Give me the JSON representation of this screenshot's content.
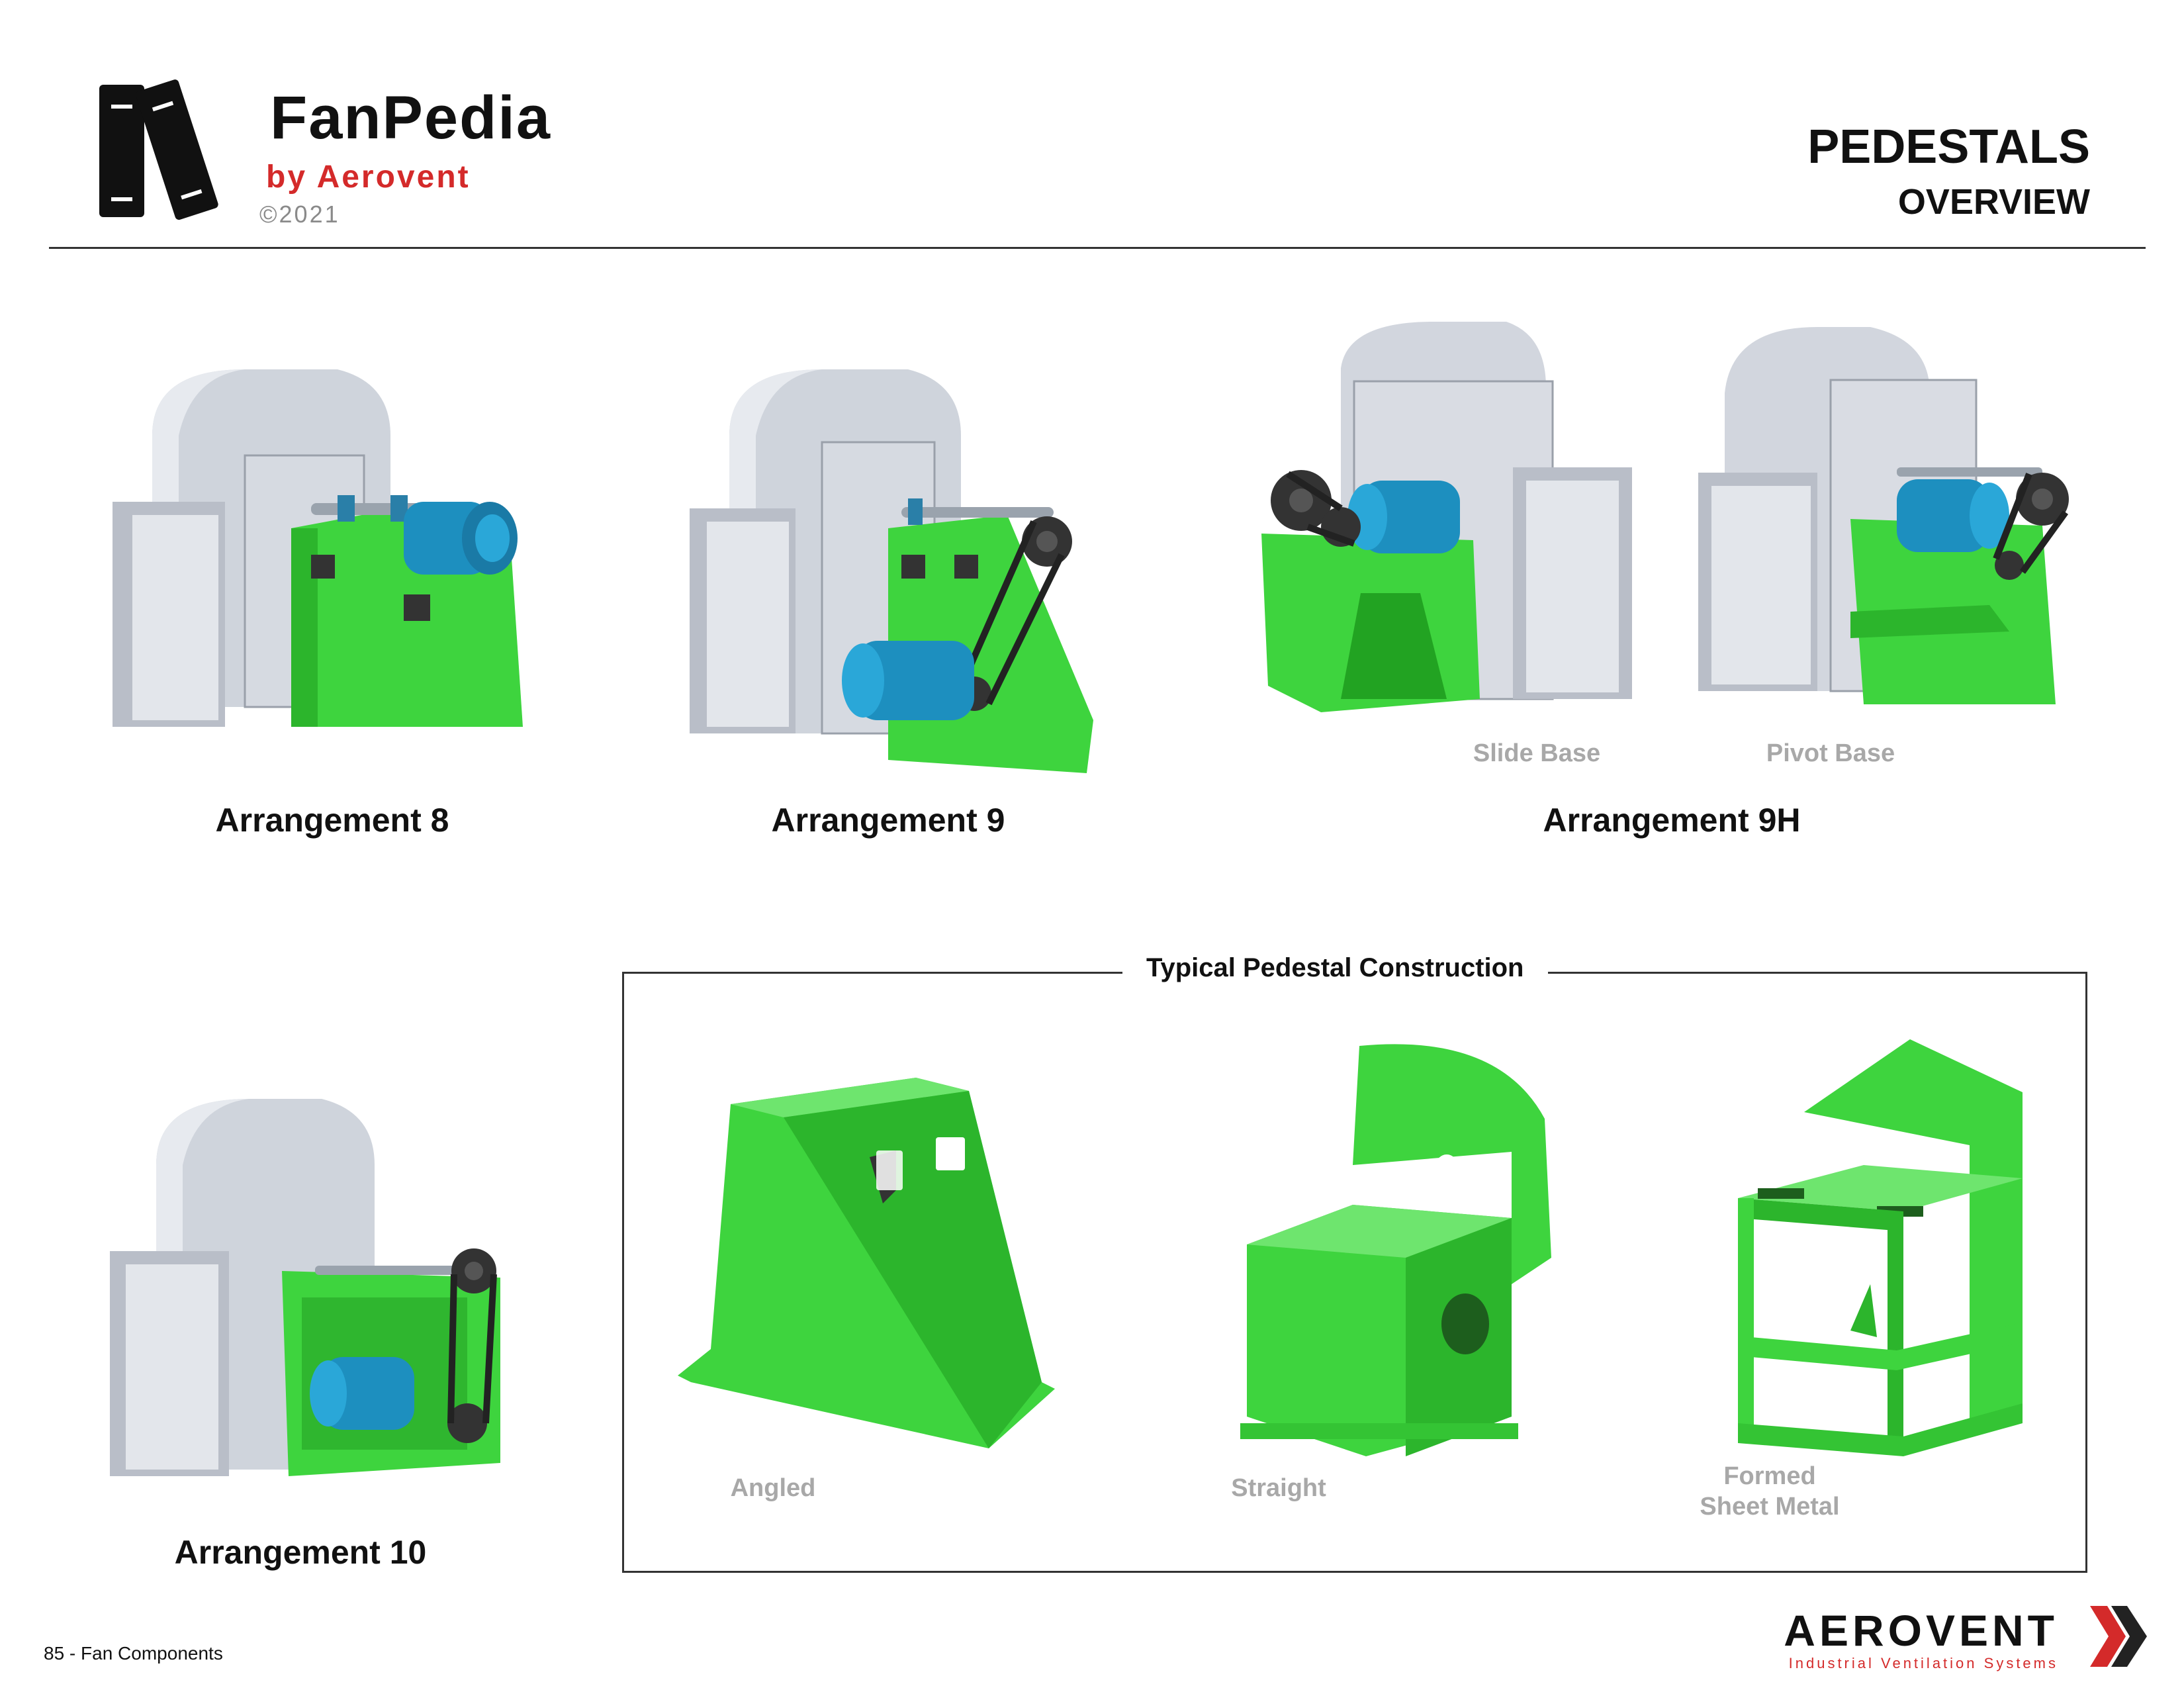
{
  "header": {
    "brand_name": "FanPedia",
    "brand_by": "by Aerovent",
    "copyright": "©2021",
    "title": "PEDESTALS",
    "subtitle": "OVERVIEW"
  },
  "arrangements": [
    {
      "label": "Arrangement 8"
    },
    {
      "label": "Arrangement 9"
    },
    {
      "label": "Arrangement 9H",
      "variants": [
        "Slide Base",
        "Pivot Base"
      ]
    },
    {
      "label": "Arrangement 10"
    }
  ],
  "construction": {
    "title": "Typical Pedestal Construction",
    "types": [
      "Angled",
      "Straight",
      "Formed\nSheet Metal"
    ]
  },
  "footer": {
    "page_label": "85 - Fan Components",
    "brand": "AEROVENT",
    "tagline": "Industrial Ventilation Systems"
  },
  "colors": {
    "pedestal_green": "#3ed43e",
    "housing_gray": "#c9ced8",
    "motor_blue": "#1d8fbf",
    "brand_red": "#d42a2a"
  }
}
